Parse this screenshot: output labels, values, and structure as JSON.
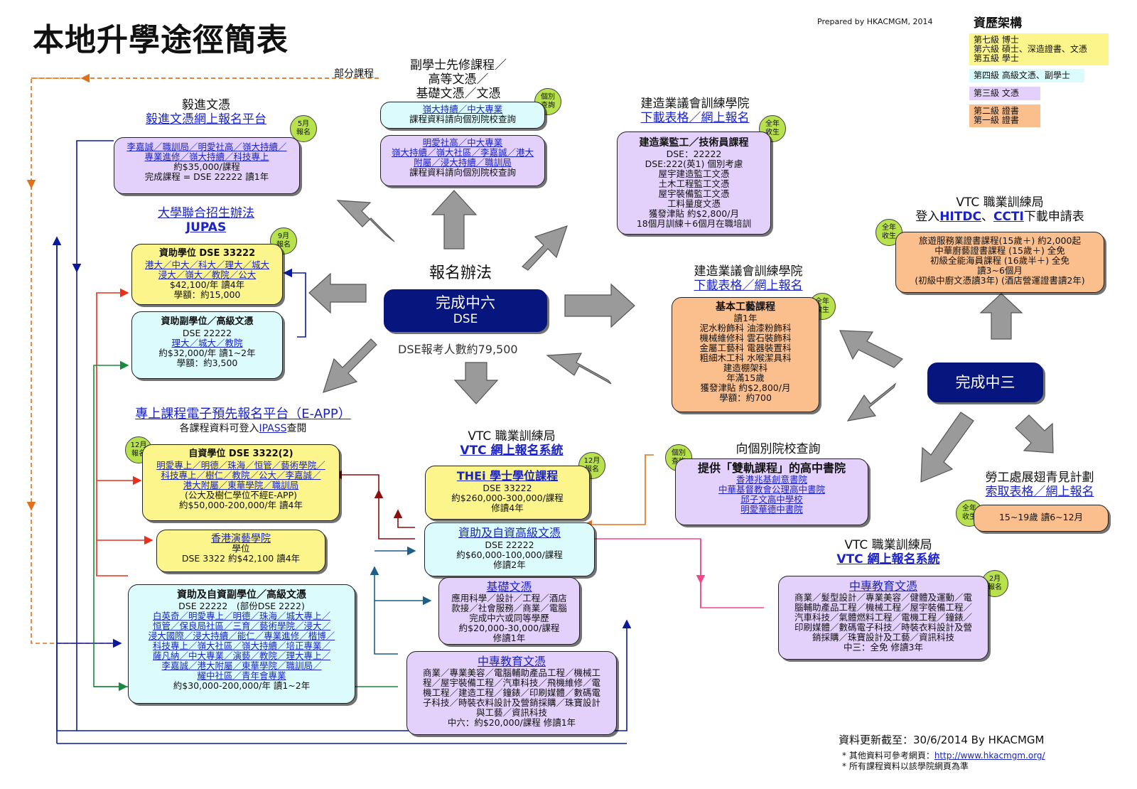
{
  "title": "本地升學途徑簡表",
  "prepared_by": "Prepared by HKACMGM, 2014",
  "legend": {
    "heading": "資歷架構",
    "l765": [
      "第七級 博士",
      "第六級 碩士、深造證書、文憑",
      "第五級 學士"
    ],
    "l4": "第四級 高級文憑、副學士",
    "l3": "第三級 文憑",
    "l21": [
      "第二級 證書",
      "第一級 證書"
    ],
    "colors": {
      "level765": "#fbf58c",
      "level4": "#dcfbfd",
      "level3": "#e4d1fb",
      "level21": "#fbbf8e"
    }
  },
  "partial_label": "部分課程",
  "center": {
    "label": "報名辦法",
    "dse_title": "完成中六",
    "dse_sub": "DSE",
    "dse_count": "DSE報考人數約79,500",
    "f3_title": "完成中三"
  },
  "diploma_yijin": {
    "heading": "毅進文憑",
    "platform": "毅進文憑網上報名平台",
    "badge": "5月\n報名",
    "lines": [
      "李嘉誠／職訓局／明愛社高／嶺大持續／",
      "專業進修／嶺大持續／科技專上",
      "約$35,000/課程",
      "完成課程 = DSE 22222 讀1年"
    ]
  },
  "associate_pre": {
    "heading": [
      "副學士先修課程／",
      "高等文憑／",
      "基礎文憑／文憑"
    ],
    "badge": "個別\n查詢",
    "cyan_lines": [
      "嶺大持續／中大專業",
      "課程資料請向個別院校查詢"
    ],
    "lav_lines": [
      "明愛社高／中大專業",
      "嶺大持續／嶺大社區／李嘉誠／港大",
      "附屬／浸大持續／職訓局",
      "課程資料請向個別院校查詢"
    ]
  },
  "cic_top": {
    "heading": "建造業議會訓練學院",
    "link": "下載表格／網上報名",
    "badge": "全年\n收生",
    "title": "建造業監工／技術員課程",
    "lines": [
      "DSE：22222",
      "DSE:222(英1) 個別考慮",
      "屋宇建造監工文憑",
      "土木工程監工文憑",
      "屋宇裝備監工文憑",
      "工料量度文憑",
      "獲發津貼 約$2,800/月",
      "18個月訓練＋6個月在職培訓"
    ]
  },
  "jupas": {
    "heading": "大學聯合招生辦法",
    "sub": "JUPAS",
    "badge": "9月\n報名",
    "deg_title": "資助學位 DSE 33222",
    "deg_lines": [
      "港大／中大／科大／理大／城大",
      "浸大／嶺大／教院／公大",
      "$42,100/年 讀4年",
      "學額：約15,000"
    ],
    "sub_title": "資助副學位／高級文憑",
    "sub_lines": [
      "DSE 22222",
      "理大／城大／教院",
      "約$32,000/年 讀1~2年",
      "學額：約3,500"
    ]
  },
  "cic_mid": {
    "heading": "建造業議會訓練學院",
    "link": "下載表格／網上報名",
    "badge": "全年\n收生",
    "title": "基本工藝課程",
    "lines": [
      "讀1年",
      "泥水粉飾科 油漆粉飾科",
      "機械維修科 雲石裝飾科",
      "金屬工藝科 電器裝置科",
      "粗細木工科 水喉潔具科",
      "建造棚架科",
      "年滿15歲",
      "獲發津貼 約$2,800/月",
      "學額：約700"
    ]
  },
  "vtc_right": {
    "heading": "VTC 職業訓練局",
    "link_prefix": "登入",
    "link_a": "HITDC",
    "link_sep": "、",
    "link_b": "CCTI",
    "link_suffix": "下載申請表",
    "badge": "全年\n收生",
    "lines": [
      "旅遊服務業證書課程(15歲＋) 約2,000起",
      "中華廚藝證書課程 (15歲＋) 全免",
      "初級全能海員課程 (16歲半＋) 全免",
      "讀3~6個月",
      "(初級中廚文憑讀3年) (酒店營運證書讀2年)"
    ]
  },
  "eapp": {
    "heading": "專上課程電子預先報名平台（E-APP）",
    "sub_prefix": "各課程資料可登入",
    "sub_link": "IPASS",
    "sub_suffix": "查閱",
    "badge": "12月\n報名",
    "title": "自資學位 DSE 3322(2)",
    "lines": [
      "明愛專上／明德／珠海／恒管／藝術學院／",
      "科技專上／樹仁／教院／公大／李嘉誠／",
      "港大附屬／東華學院／職訓局",
      "(公大及樹仁學位不經E-APP)",
      "約$50,000-200,000/年 讀4年"
    ]
  },
  "vtc_thei": {
    "heading": "VTC 職業訓練局",
    "link": "VTC 網上報名系統",
    "badge": "12月\n報名",
    "title": "THEi 學士學位課程",
    "lines": [
      "DSE 33222",
      "約$260,000-300,000/課程",
      "修讀4年"
    ]
  },
  "dual_track": {
    "heading": "向個別院校查詢",
    "badge": "個別\n查詢",
    "title": "提供「雙軌課程」的高中書院",
    "lines": [
      "香港兆基創意書院",
      "中華基督教會公理高中書院",
      "邱子文高中學校",
      "明愛華德中書院"
    ]
  },
  "youth": {
    "heading": "勞工處展翅青見計劃",
    "link": "索取表格／網上報名",
    "badge": "全年\n收生",
    "line": "15~19歲 讀6~12月"
  },
  "hkapa": {
    "title": "香港演藝學院",
    "lines": [
      "學位",
      "DSE 3322 約$42,100 讀4年"
    ]
  },
  "higher_dip": {
    "title": "資助及自資高級文憑",
    "lines": [
      "DSE 22222",
      "約$60,000-100,000/課程",
      "修讀2年"
    ]
  },
  "assoc": {
    "title": "資助及自資副學位／高級文憑",
    "lines": [
      "DSE 22222　(部份DSE 2222)",
      "白英奇／明愛專上／明德／珠海／城大專上／",
      "恒管／保良局社區／三育／藝術學院／浸大／",
      "浸大國際／浸大持續／能仁／專業進修／楷博／",
      "科技專上／嶺大社區／嶺大持續／培正專業／",
      "薩凡納／中大專業／演藝／教院／理大專上／",
      "李嘉誠／港大附屬／東華學院／職訓局／",
      "耀中社區／青年會專業",
      "約$30,000-200,000/年 讀1~2年"
    ]
  },
  "foundation": {
    "title": "基礎文憑",
    "lines": [
      "應用科學／設計／工程／酒店",
      "款接／社會服務／商業／電腦",
      "完成中六或同等學歷",
      "約$20,000-30,000/課程",
      "修讀1年"
    ]
  },
  "mid_dip6": {
    "title": "中專教育文憑",
    "lines": [
      "商業／專業美容／電腦輔助產品工程／機械工",
      "程／屋宇裝備工程／汽車科技／飛機維修／電",
      "機工程／建造工程／鐘錶／印刷媒體／數碼電",
      "子科技／時裝衣料設計及營銷採購／珠寶設計",
      "與工藝／資訊科技",
      "中六：約$20,000/課程 修讀1年"
    ]
  },
  "vtc_mid": {
    "heading": "VTC 職業訓練局",
    "link": "VTC 網上報名系統",
    "badge": "2月\n報名",
    "title": "中專教育文憑",
    "lines": [
      "商業／髮型設計／專業美容／健體及運動／電",
      "腦輔助產品工程／機械工程／屋宇裝備工程／",
      "汽車科技／氣體燃料工程／電機工程／鐘錶／",
      "印刷媒體／數碼電子科技／時裝衣料設計及營",
      "銷採購／珠寶設計及工藝／資訊科技",
      "中三：全免 修讀3年"
    ]
  },
  "footer": {
    "updated": "資料更新截至：30/6/2014 By HKACMGM",
    "note1_prefix": "* 其他資料可參考網頁：",
    "note1_link": "http://www.hkacmgm.org/",
    "note2": "* 所有課程資料以該學院網頁為準"
  }
}
